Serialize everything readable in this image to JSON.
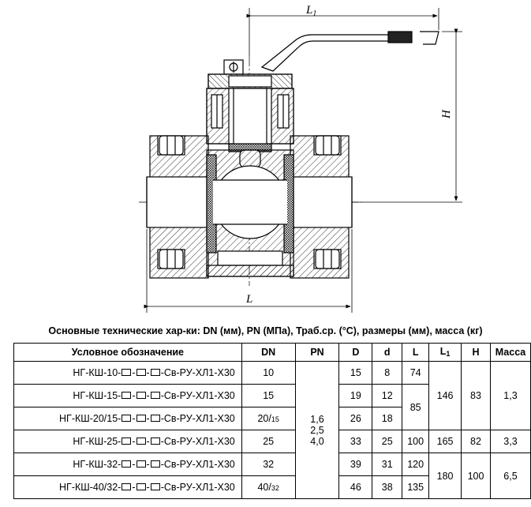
{
  "drawing": {
    "dim_l1": "L",
    "dim_l1_sub": "1",
    "dim_h": "H",
    "dim_l": "L"
  },
  "caption": "Основные технические хар-ки: DN (мм), PN (МПа), Траб.ср. (°С), размеры (мм), масса (кг)",
  "table": {
    "headers": {
      "designation": "Условное обозначение",
      "dn": "DN",
      "pn": "PN",
      "d_big": "D",
      "d_small": "d",
      "l": "L",
      "l1": "L",
      "l1_sub": "1",
      "h": "H",
      "mass": "Масса"
    },
    "pn_values": [
      "1,6",
      "2,5",
      "4,0"
    ],
    "rows": [
      {
        "prefix": "НГ-КШ-10-",
        "suffix": "-Св-РУ-ХЛ1-Х30",
        "dn": "10",
        "dn_sub": "",
        "D": "15",
        "d": "8",
        "L": "74"
      },
      {
        "prefix": "НГ-КШ-15-",
        "suffix": "-Св-РУ-ХЛ1-Х30",
        "dn": "15",
        "dn_sub": "",
        "D": "19",
        "d": "12",
        "L": "85"
      },
      {
        "prefix": "НГ-КШ-20/15-",
        "suffix": "-Св-РУ-ХЛ1-Х30",
        "dn": "20/",
        "dn_sub": "15",
        "D": "26",
        "d": "18",
        "L": ""
      },
      {
        "prefix": "НГ-КШ-25-",
        "suffix": "-Св-РУ-ХЛ1-Х30",
        "dn": "25",
        "dn_sub": "",
        "D": "33",
        "d": "25",
        "L": "100"
      },
      {
        "prefix": "НГ-КШ-32-",
        "suffix": "-Св-РУ-ХЛ1-Х30",
        "dn": "32",
        "dn_sub": "",
        "D": "39",
        "d": "31",
        "L": "120"
      },
      {
        "prefix": "НГ-КШ-40/32-",
        "suffix": "-Св-РУ-ХЛ1-Х30",
        "dn": "40/",
        "dn_sub": "32",
        "D": "46",
        "d": "38",
        "L": "135"
      }
    ],
    "groups": [
      {
        "L1": "146",
        "H": "83",
        "mass": "1,3"
      },
      {
        "L1": "165",
        "H": "82",
        "mass": "3,3"
      },
      {
        "L1": "180",
        "H": "100",
        "mass": "6,5"
      }
    ]
  }
}
